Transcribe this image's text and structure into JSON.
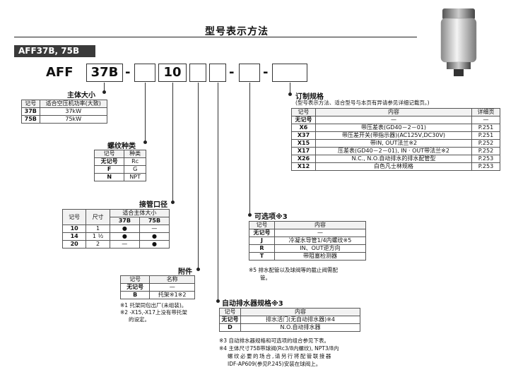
{
  "title": "型号表示方法",
  "series_label": "AFF37B, 75B",
  "model": {
    "prefix": "AFF",
    "body": "37B",
    "port": "10"
  },
  "body_size": {
    "heading": "主体大小",
    "headers": [
      "记号",
      "适合空压机功率(大致)"
    ],
    "rows": [
      [
        "37B",
        "37kW"
      ],
      [
        "75B",
        "75kW"
      ]
    ]
  },
  "thread": {
    "heading": "螺纹种类",
    "headers": [
      "记号",
      "种类"
    ],
    "rows": [
      [
        "无记号",
        "Rc"
      ],
      [
        "F",
        "G"
      ],
      [
        "N",
        "NPT"
      ]
    ]
  },
  "port_size": {
    "heading": "接管口径",
    "h_symbol": "记号",
    "h_size": "尺寸",
    "h_group": "适合主体大小",
    "h_37": "37B",
    "h_75": "75B",
    "rows": [
      {
        "code": "10",
        "size": "1",
        "a": "●",
        "b": "—"
      },
      {
        "code": "14",
        "size": "1 ½",
        "a": "●",
        "b": "●"
      },
      {
        "code": "20",
        "size": "2",
        "a": "—",
        "b": "●"
      }
    ]
  },
  "accessory": {
    "heading": "附件",
    "headers": [
      "记号",
      "名称"
    ],
    "rows": [
      [
        "无记号",
        "—"
      ],
      [
        "B",
        "托架※1※2"
      ]
    ],
    "notes": [
      "※1 托架同包出厂(未组装)。",
      "※2 -X15,-X17上没有带托架",
      "的设定。"
    ]
  },
  "drain": {
    "heading": "自动排水器规格※3",
    "headers": [
      "记号",
      "内容"
    ],
    "rows": [
      [
        "无记号",
        "排水活门(无自动排水器)※4"
      ],
      [
        "D",
        "N.O.自动排水器"
      ]
    ],
    "notes": [
      "※3 自动排水器规格和可选项的组合参见下表。",
      "※4 主体尺寸75B带球阀(Rc3/8内螺纹), NPT3/8内",
      "螺纹必要的场合,请另行将配管联接器",
      "IDF-AP609(参见P.245)安装在球阀上。"
    ]
  },
  "options": {
    "heading": "可选项※3",
    "headers": [
      "记号",
      "内容"
    ],
    "rows": [
      [
        "无记号",
        "—"
      ],
      [
        "J",
        "冷凝水导管1/4内螺纹※5"
      ],
      [
        "R",
        "IN、OUT逆方向"
      ],
      [
        "T",
        "带阻塞检测器"
      ]
    ],
    "notes": [
      "※5 排水配管以及球阀等的截止阀需配",
      "管。"
    ]
  },
  "custom": {
    "heading": "订制规格",
    "subheading": "(型号表示方法、适合型号与本页有异请参见详细记载页。)",
    "headers": [
      "记号",
      "内容",
      "详细页"
    ],
    "rows": [
      [
        "无记号",
        "—",
        "—"
      ],
      [
        "X6",
        "带压差表(GD40－2－01)",
        "P.251"
      ],
      [
        "X37",
        "带压差开关(带指示器)(AC125V,DC30V)",
        "P.251"
      ],
      [
        "X15",
        "带IN, OUT法兰※2",
        "P.252"
      ],
      [
        "X17",
        "压差表(GD40－2－01), IN · OUT带法兰※2",
        "P.252"
      ],
      [
        "X26",
        "N.C., N.O.自动排水的排水配管型",
        "P.253"
      ],
      [
        "X12",
        "白色凡士林规格",
        "P.253"
      ]
    ]
  }
}
